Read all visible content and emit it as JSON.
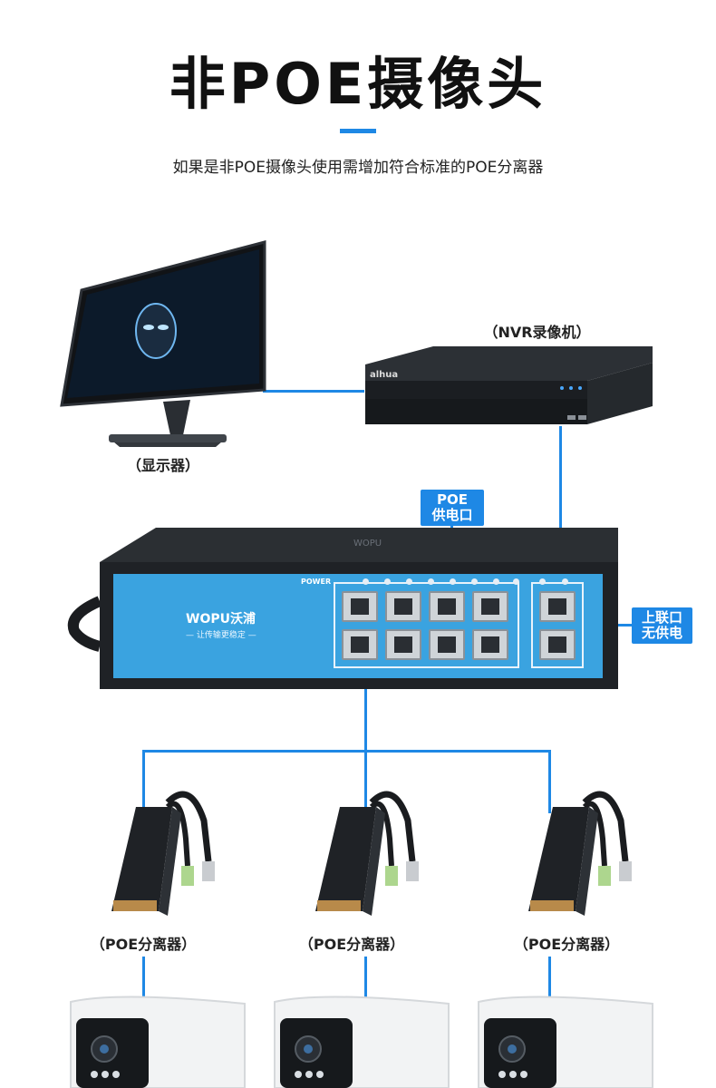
{
  "header": {
    "title": "非POE摄像头",
    "subtitle": "如果是非POE摄像头使用需增加符合标准的POE分离器"
  },
  "monitor": {
    "caption": "（显示器）"
  },
  "nvr": {
    "caption": "（NVR录像机）",
    "brand": "alhua"
  },
  "switch": {
    "brand": "WOPU沃浦",
    "slogan": "— 让传输更稳定 —",
    "power_label": "POWER",
    "poe_tag": [
      "POE",
      "供电口"
    ],
    "uplink_tag": [
      "上联口",
      "无供电"
    ]
  },
  "splitters": [
    {
      "caption": "（POE分离器）"
    },
    {
      "caption": "（POE分离器）"
    },
    {
      "caption": "（POE分离器）"
    }
  ],
  "colors": {
    "accent": "#1e88e5",
    "switch_face": "#3aa3e0",
    "device_dark": "#1f2226"
  }
}
